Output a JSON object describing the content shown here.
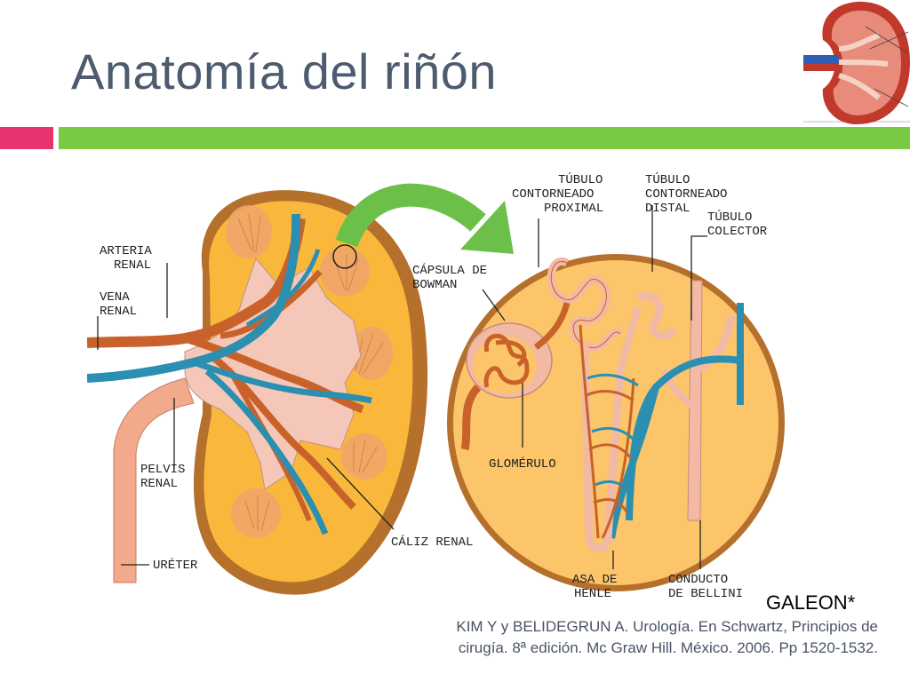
{
  "slide": {
    "title": "Anatomía del riñón"
  },
  "colors": {
    "accent_pink": "#e8336f",
    "accent_green": "#7ac943",
    "title_gray": "#4d5b6e",
    "kidney_cortex": "#f9b83b",
    "kidney_capsule": "#b5702c",
    "artery": "#c8622a",
    "vein": "#2a8fb0",
    "pelvis": "#f5c7b8",
    "arrow": "#6cc04a"
  },
  "diagram": {
    "labels": {
      "arteria_renal": [
        "ARTERIA",
        "RENAL"
      ],
      "vena_renal": [
        "VENA",
        "RENAL"
      ],
      "pelvis_renal": [
        "PELVIS",
        "RENAL"
      ],
      "ureter": "URÉTER",
      "caliz_renal": "CÁLIZ RENAL",
      "tubulo_proximal": [
        "TÚBULO",
        "CONTORNEADO",
        "PROXIMAL"
      ],
      "tubulo_distal": [
        "TÚBULO",
        "CONTORNEADO",
        "DISTAL"
      ],
      "tubulo_colector": [
        "TÚBULO",
        "COLECTOR"
      ],
      "capsula_bowman": [
        "CÁPSULA DE",
        "BOWMAN"
      ],
      "glomerulo": "GLOMÉRULO",
      "asa_henle": [
        "ASA DE",
        "HENLE"
      ],
      "conducto_bellini": [
        "CONDUCTO",
        "DE BELLINI"
      ]
    }
  },
  "footer": {
    "galeon": "GALEON*",
    "citation_line1": "KIM Y y BELIDEGRUN A. Urología. En Schwartz, Principios de",
    "citation_line2": "cirugía. 8ª edición. Mc Graw Hill. México. 2006. Pp 1520-1532."
  }
}
